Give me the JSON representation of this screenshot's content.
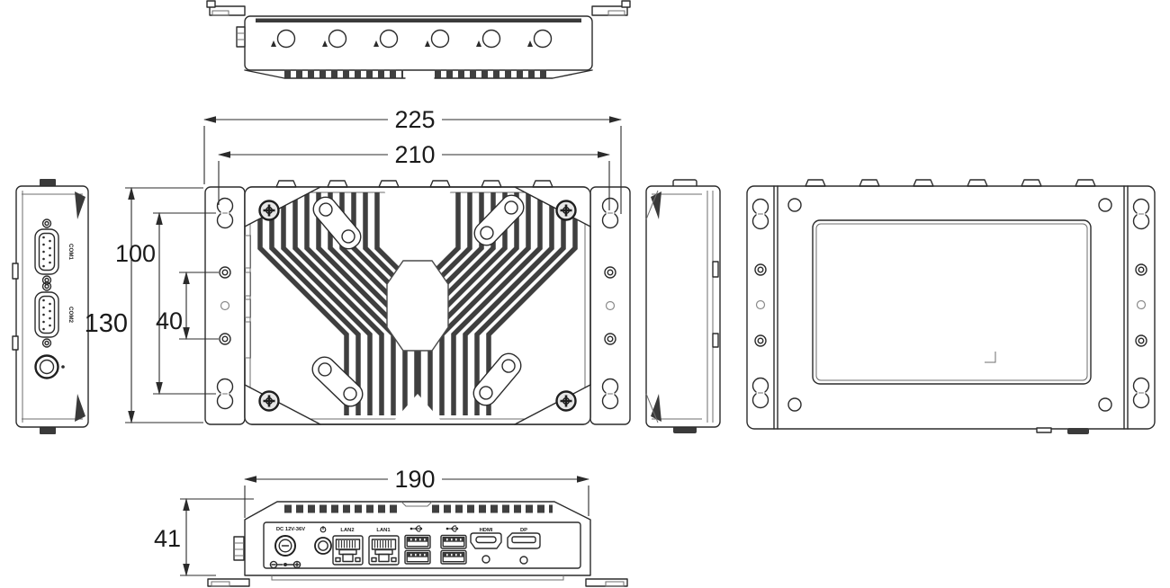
{
  "dims": {
    "d225": "225",
    "d210": "210",
    "d130": "130",
    "d100": "100",
    "d40": "40",
    "d190": "190",
    "d41": "41"
  },
  "ports": {
    "dc_label": "DC 12V-36V",
    "lan2": "LAN2",
    "lan1": "LAN1",
    "hdmi": "HDMI",
    "dp": "DP",
    "com1": "COM1",
    "com2": "COM2"
  },
  "icons": {
    "power_icon": "⏻",
    "usb3_icon": "usb3-trident",
    "polarity_icon": "center-positive-polarity"
  },
  "colors": {
    "line": "#2b2b2b",
    "fin": "#3f3f3f",
    "background": "#ffffff"
  }
}
